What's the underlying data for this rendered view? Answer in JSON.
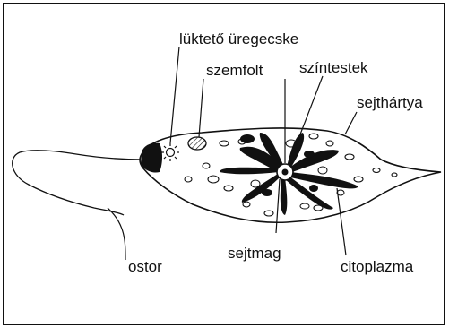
{
  "diagram": {
    "labels": {
      "contractile_vacuole": "lüktető üregecske",
      "eyespot": "szemfolt",
      "chloroplasts": "színtestek",
      "cell_membrane": "sejthártya",
      "flagellum": "ostor",
      "nucleus": "sejtmag",
      "cytoplasm": "citoplazma"
    },
    "colors": {
      "ink": "#111111",
      "background": "#ffffff"
    }
  }
}
